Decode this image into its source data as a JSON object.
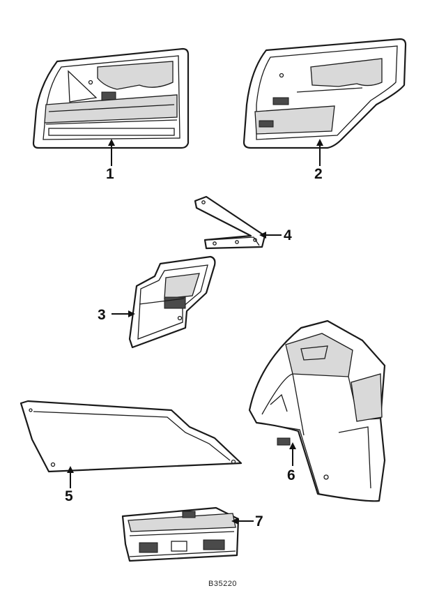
{
  "callouts": {
    "c1": "1",
    "c2": "2",
    "c3": "3",
    "c4": "4",
    "c5": "5",
    "c6": "6",
    "c7": "7"
  },
  "reference_code": "B35220",
  "colors": {
    "line": "#1a1a1a",
    "background": "#ffffff",
    "shade": "#d9d9d9"
  }
}
